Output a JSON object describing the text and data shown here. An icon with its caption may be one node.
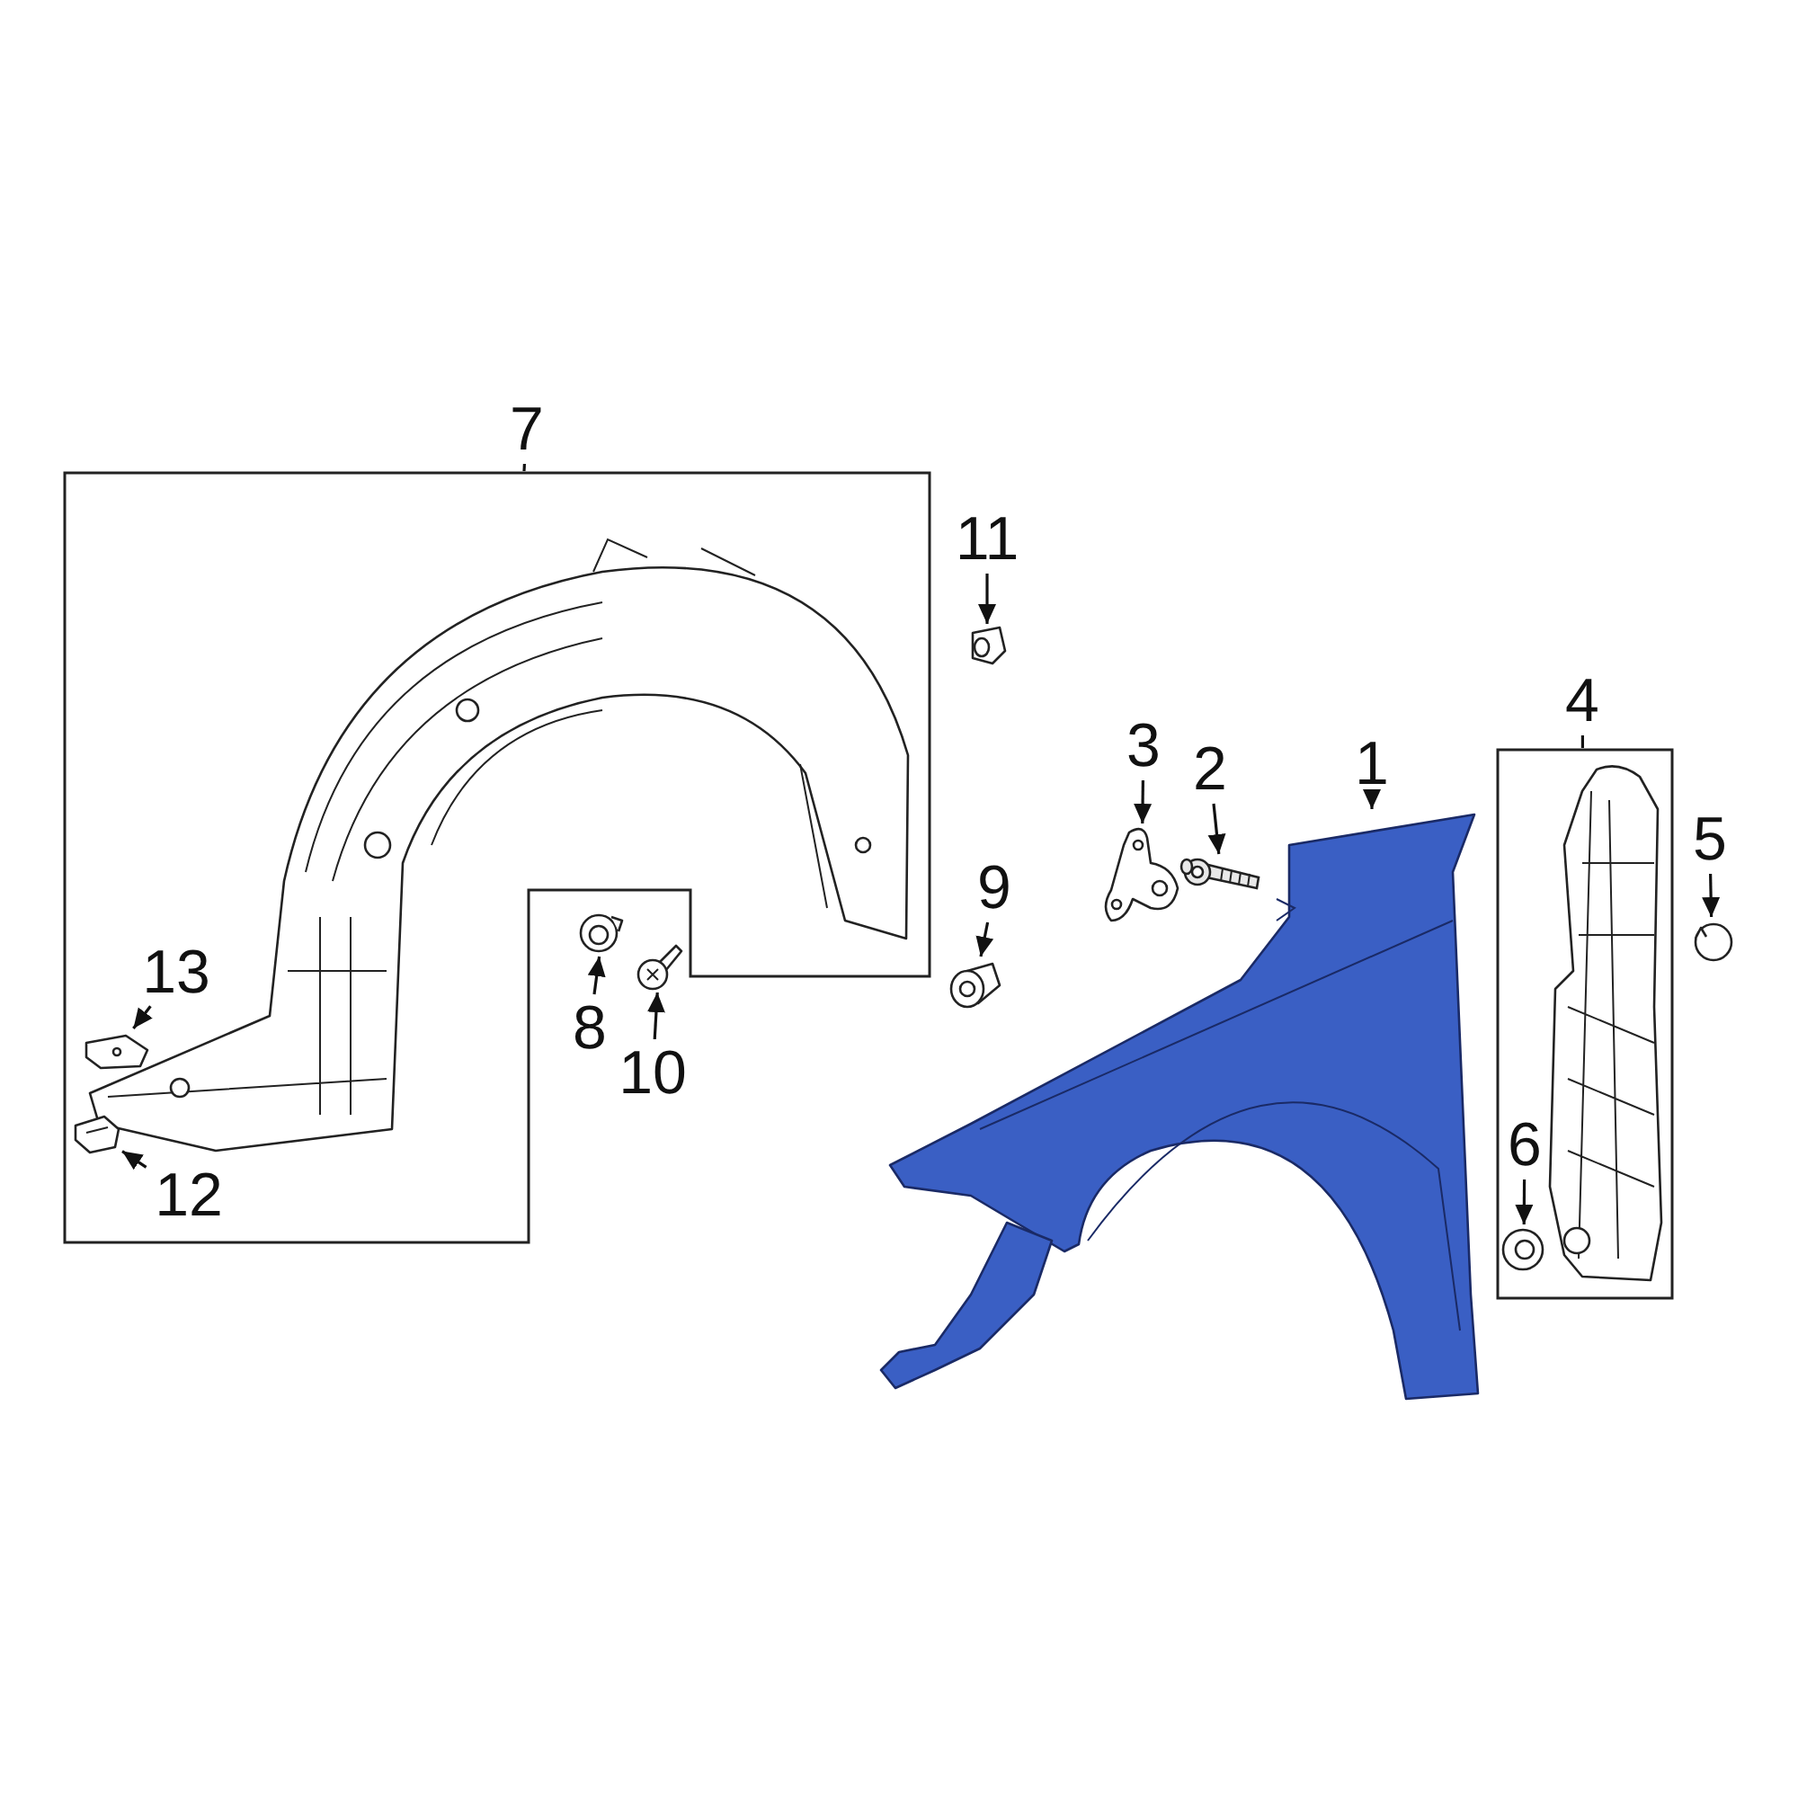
{
  "diagram": {
    "nodes": [
      {
        "text": [
          "7"
        ]
      },
      {
        "text": [],
        "shape": "box"
      },
      {
        "text": [],
        "shape": "picture",
        "in": 1
      },
      {
        "text": [
          "11"
        ]
      },
      {
        "text": [],
        "shape": "picture"
      },
      {
        "text": [
          "4"
        ]
      },
      {
        "text": [],
        "shape": "box"
      },
      {
        "text": [],
        "shape": "picture",
        "in": 6
      },
      {
        "text": [
          "3"
        ]
      },
      {
        "text": [],
        "shape": "picture"
      },
      {
        "text": [
          "2"
        ]
      },
      {
        "text": [],
        "shape": "picture"
      },
      {
        "text": [
          "1"
        ]
      },
      {
        "text": [],
        "shape": "picture"
      },
      {
        "text": [
          "5"
        ]
      },
      {
        "text": [],
        "shape": "picture"
      },
      {
        "text": [
          "9"
        ]
      },
      {
        "text": [],
        "shape": "picture"
      },
      {
        "text": [
          "13"
        ],
        "in": 1
      },
      {
        "text": [],
        "shape": "picture",
        "in": 1
      },
      {
        "text": [
          "8"
        ]
      },
      {
        "text": [],
        "shape": "picture"
      },
      {
        "text": [
          "10"
        ]
      },
      {
        "text": [],
        "shape": "picture"
      },
      {
        "text": [
          "6"
        ],
        "in": 6
      },
      {
        "text": [],
        "shape": "picture",
        "in": 6
      },
      {
        "text": [
          "12"
        ],
        "in": 1
      },
      {
        "text": [],
        "shape": "picture",
        "in": 1
      }
    ],
    "edges": [
      {
        "from": 0,
        "to": 1,
        "arrow": "none"
      },
      {
        "from": 3,
        "to": 4,
        "arrow": "to"
      },
      {
        "from": 5,
        "to": 6,
        "arrow": "none"
      },
      {
        "from": 8,
        "to": 9,
        "arrow": "to"
      },
      {
        "from": 10,
        "to": 11,
        "arrow": "to"
      },
      {
        "from": 12,
        "to": 13,
        "arrow": "to"
      },
      {
        "from": 14,
        "to": 15,
        "arrow": "to"
      },
      {
        "from": 16,
        "to": 17,
        "arrow": "to"
      },
      {
        "from": 18,
        "to": 19,
        "arrow": "to"
      },
      {
        "from": 20,
        "to": 21,
        "arrow": "to"
      },
      {
        "from": 22,
        "to": 23,
        "arrow": "to"
      },
      {
        "from": 24,
        "to": 25,
        "arrow": "to"
      },
      {
        "from": 26,
        "to": 27,
        "arrow": "to"
      }
    ]
  }
}
